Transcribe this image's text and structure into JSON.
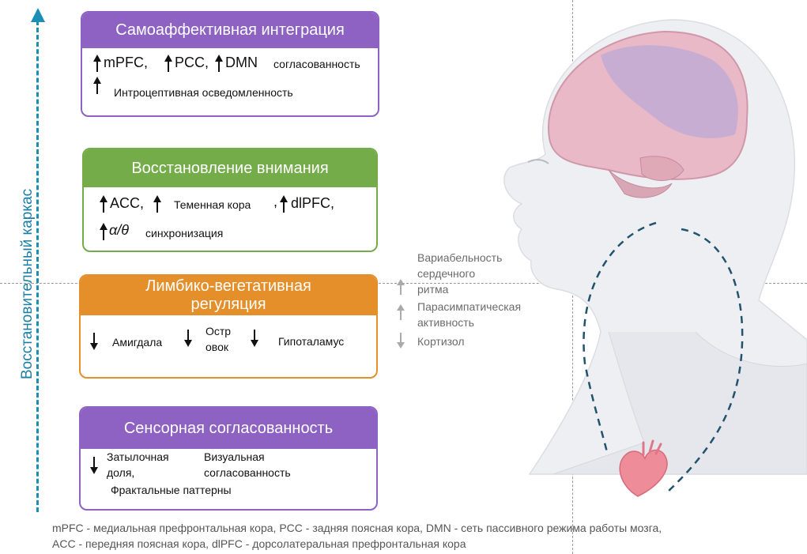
{
  "axis": {
    "label": "Восстановительный каркас"
  },
  "colors": {
    "purple": "#8d62c3",
    "green": "#74ac4a",
    "orange": "#e48f2a",
    "axis": "#1a8fb3"
  },
  "cards": {
    "self": {
      "title": "Самоаффективная интеграция",
      "item_mpfc": "mPFC,",
      "item_pcc": "PCC,",
      "item_dmn": "DMN",
      "coherence": "согласованность",
      "interoceptive": "Интроцептивная осведомленность"
    },
    "attention": {
      "title": "Восстановление внимания",
      "item_acc": "ACC,",
      "parietal": "Теменная кора",
      "comma": ",",
      "item_dlpfc": "dlPFC,",
      "alpha_theta": "α/θ",
      "sync": "синхронизация"
    },
    "limbic": {
      "title_line1": "Лимбико-вегетативная",
      "title_line2": "регуляция",
      "amygdala": "Амигдала",
      "insula_line1": "Остр",
      "insula_line2": "овок",
      "hypothalamus": "Гипоталамус"
    },
    "sensory": {
      "title": "Сенсорная согласованность",
      "occipital_line1": "Затылочная",
      "occipital_line2": "доля,",
      "visual_line1": "Визуальная",
      "visual_line2": "согласованность",
      "fractal": "Фрактальные паттерны"
    }
  },
  "side": {
    "hrv_line1": "Вариабельность",
    "hrv_line2": "сердечного",
    "hrv_line3": "ритма",
    "para_line1": "Парасимпатическая",
    "para_line2": "активность",
    "cortisol": "Кортизол"
  },
  "footnote": {
    "line1": "mPFC -  медиальная префронтальная кора, PCC - задняя поясная кора, DMN - сеть пассивного режима работы мозга,",
    "line2": "ACC - передняя поясная кора, dlPFC  - дорсолатеральная префронтальная кора"
  }
}
